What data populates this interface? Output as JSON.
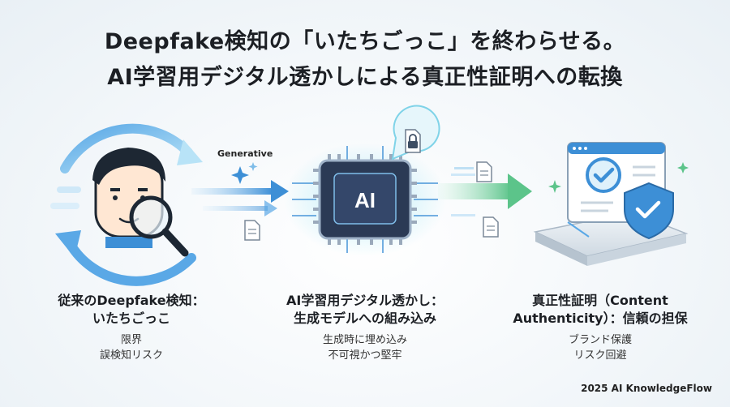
{
  "title": {
    "line1": "Deepfake検知の「いたちごっこ」を終わらせる。",
    "line2": "AI学習用デジタル透かしによる真正性証明への転換"
  },
  "illustration": {
    "generative_label": "Generative",
    "chip_label": "AI"
  },
  "columns": [
    {
      "title_line1": "従来のDeepfake検知：",
      "title_line2": "いたちごっこ",
      "sub_line1": "限界",
      "sub_line2": "誤検知リスク"
    },
    {
      "title_line1": "AI学習用デジタル透かし：",
      "title_line2": "生成モデルへの組み込み",
      "sub_line1": "生成時に埋め込み",
      "sub_line2": "不可視かつ堅牢"
    },
    {
      "title_line1": "真正性証明（Content",
      "title_line2": "Authenticity）：信頼の担保",
      "sub_line1": "ブランド保護",
      "sub_line2": "リスク回避"
    }
  ],
  "footer": "2025 AI KnowledgeFlow",
  "colors": {
    "accent_blue": "#3d8fd6",
    "accent_green": "#5cc48a",
    "chip_dark": "#2b3a55"
  }
}
